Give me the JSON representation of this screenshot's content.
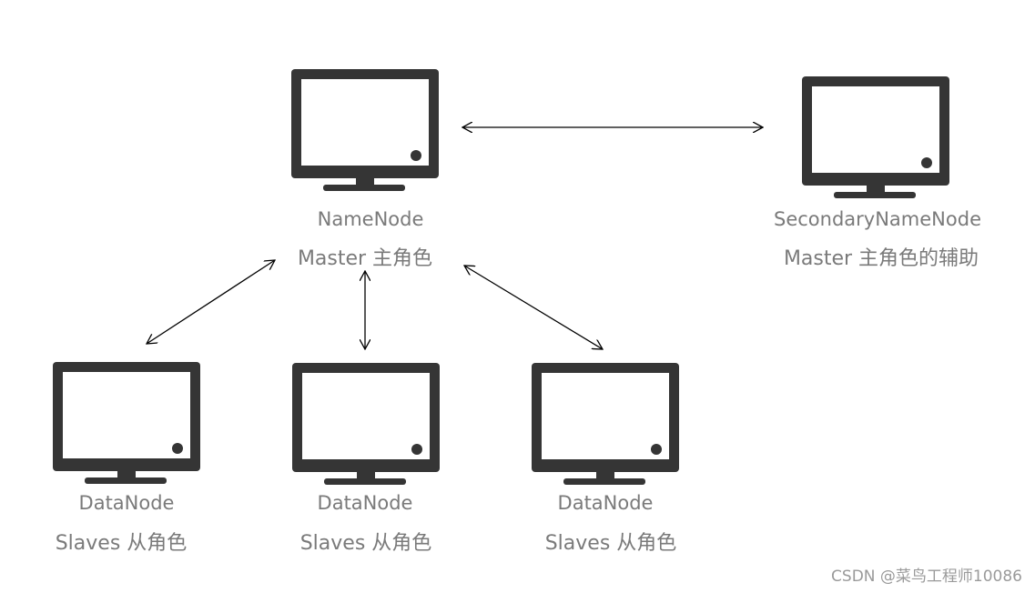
{
  "nodes": {
    "namenode": {
      "name": "NameNode",
      "role": "Master 主角色"
    },
    "secondary": {
      "name": "SecondaryNameNode",
      "role": "Master 主角色的辅助"
    },
    "datanode1": {
      "name": "DataNode",
      "role": "Slaves 从角色"
    },
    "datanode2": {
      "name": "DataNode",
      "role": "Slaves 从角色"
    },
    "datanode3": {
      "name": "DataNode",
      "role": "Slaves 从角色"
    }
  },
  "watermark": "CSDN @菜鸟工程师10086",
  "colors": {
    "monitor": "#353535",
    "label": "#7a7a7a",
    "arrow": "#000000"
  },
  "icons": [
    "monitor-icon"
  ]
}
